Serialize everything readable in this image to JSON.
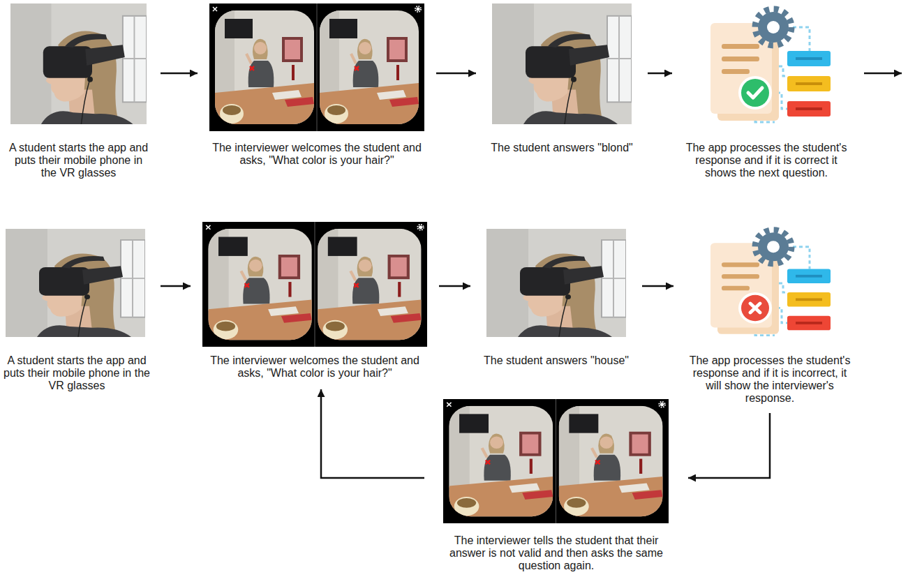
{
  "diagram": {
    "nodes": [
      {
        "text": [
          "A student starts the app and puts their mobile phone in the VR glasses"
        ]
      },
      {
        "text": [
          "The interviewer welcomes the student and asks, \"What color is your hair?\""
        ]
      },
      {
        "text": [
          "The student answers \"blond\""
        ]
      },
      {
        "text": [
          "The app processes the student's response and if it is correct it shows the next question."
        ]
      },
      {
        "text": [
          "A student starts the app and puts their mobile phone in the VR glasses"
        ]
      },
      {
        "text": [
          "The interviewer welcomes the student and asks, \"What color is your hair?\""
        ]
      },
      {
        "text": [
          "The student answers \"house\""
        ]
      },
      {
        "text": [
          "The app processes the student's response and if it is incorrect, it will show the interviewer's response."
        ]
      },
      {
        "text": [
          "The interviewer tells the student that their answer is not valid and then asks the same question again."
        ]
      }
    ],
    "edges": [
      {
        "from": 0,
        "to": 1,
        "arrow": "to"
      },
      {
        "from": 1,
        "to": 2,
        "arrow": "to"
      },
      {
        "from": 2,
        "to": 3,
        "arrow": "to"
      },
      {
        "from": 4,
        "to": 5,
        "arrow": "to"
      },
      {
        "from": 5,
        "to": 6,
        "arrow": "to"
      },
      {
        "from": 6,
        "to": 7,
        "arrow": "to"
      },
      {
        "from": 7,
        "to": 8,
        "arrow": "to"
      },
      {
        "from": 8,
        "to": 5,
        "arrow": "to"
      }
    ]
  }
}
